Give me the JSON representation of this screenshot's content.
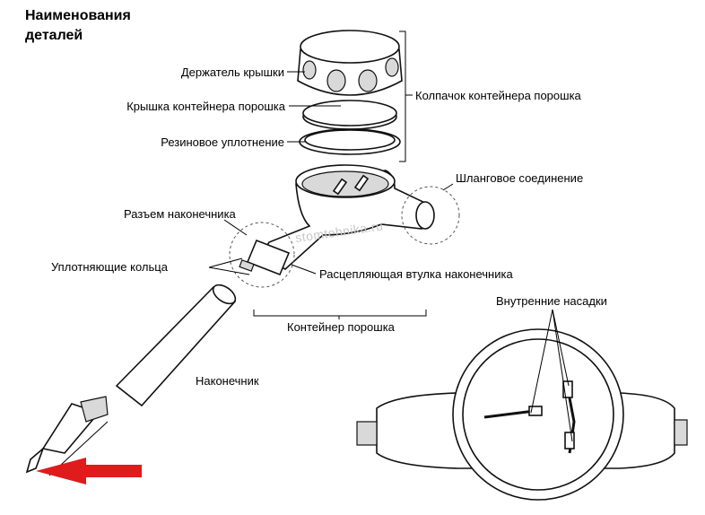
{
  "title_line1": "Наименования",
  "title_line2": "деталей",
  "labels": {
    "lid_holder": "Держатель крышки",
    "container_lid": "Крышка контейнера порошка",
    "rubber_seal": "Резиновое уплотнение",
    "container_cap": "Колпачок контейнера порошка",
    "hose_connection": "Шланговое соединение",
    "tip_connector": "Разъем наконечника",
    "o_rings": "Уплотняющие кольца",
    "release_sleeve": "Расцепляющая втулка наконечника",
    "powder_container": "Контейнер порошка",
    "tip": "Наконечник",
    "internal_nozzles": "Внутренние насадки"
  },
  "watermark": "stomtehnika.ru",
  "colors": {
    "arrow": "#e01b1b",
    "line": "#000000",
    "shade": "#d9d9d9"
  }
}
